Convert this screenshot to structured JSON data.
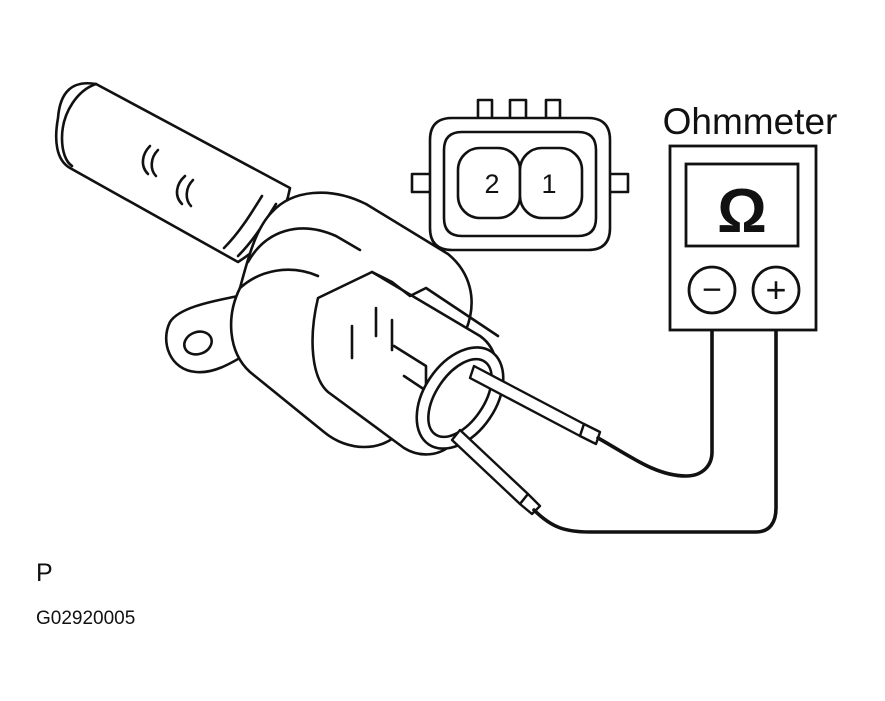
{
  "diagram": {
    "meter_label": "Ohmmeter",
    "meter_symbol": "Ω",
    "terminal_minus": "−",
    "terminal_plus": "+",
    "connector_pin_2": "2",
    "connector_pin_1": "1",
    "view_letter": "P",
    "figure_code": "G02920005"
  },
  "colors": {
    "ink": "#111111",
    "paper": "#ffffff"
  }
}
